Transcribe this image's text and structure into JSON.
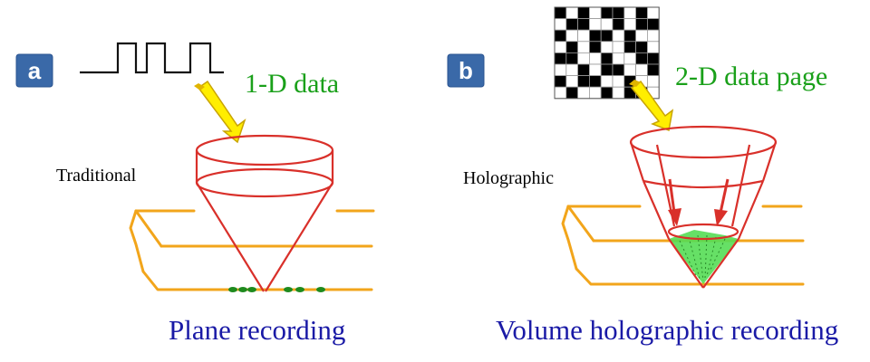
{
  "panel_a": {
    "badge": "a",
    "data_label": "1-D data",
    "method_label": "Traditional",
    "caption": "Plane recording"
  },
  "panel_b": {
    "badge": "b",
    "data_label": "2-D data page",
    "method_label": "Holographic",
    "caption": "Volume holographic recording",
    "data_page": {
      "rows": 8,
      "cols": 9,
      "pattern": [
        [
          1,
          0,
          1,
          0,
          1,
          1,
          0,
          1,
          0
        ],
        [
          0,
          1,
          1,
          0,
          0,
          1,
          0,
          1,
          1
        ],
        [
          1,
          0,
          0,
          1,
          1,
          0,
          1,
          0,
          0
        ],
        [
          0,
          1,
          0,
          1,
          0,
          0,
          1,
          1,
          0
        ],
        [
          1,
          1,
          0,
          0,
          1,
          0,
          0,
          1,
          1
        ],
        [
          0,
          0,
          1,
          0,
          1,
          1,
          0,
          0,
          1
        ],
        [
          1,
          0,
          1,
          1,
          0,
          0,
          1,
          0,
          0
        ],
        [
          0,
          1,
          0,
          0,
          1,
          0,
          1,
          1,
          0
        ]
      ]
    }
  },
  "colors": {
    "badge_fill": "#3a69a8",
    "cone": "#d9302a",
    "disc": "#f2a51b",
    "arrow_fill": "#ffee00",
    "arrow_outline": "#c9a400",
    "green_text": "#1aa01a",
    "caption_text": "#1a1aa6",
    "hologram_fill": "#55dd55",
    "dots": "#1e8a1e"
  },
  "icons": {
    "pulse_signal": "square-wave-icon",
    "pencil_arrow": "arrow-icon",
    "optical_cone": "cone-icon",
    "data_page": "checkerboard-icon"
  }
}
